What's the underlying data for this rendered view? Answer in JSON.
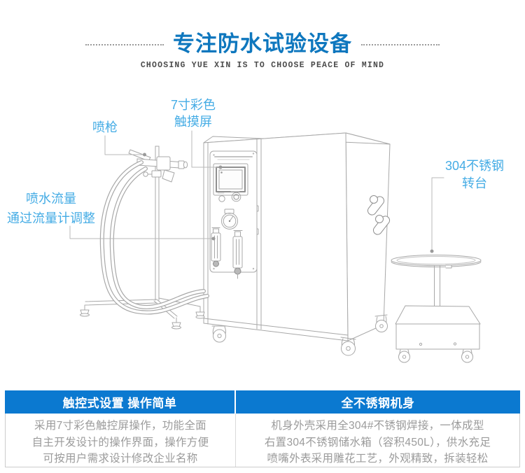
{
  "header": {
    "title": "专注防水试验设备",
    "subtitle": "CHOOSING YUE XIN IS TO CHOOSE PEACE OF MIND"
  },
  "diagram": {
    "labels": {
      "spray_gun": "喷枪",
      "touchscreen": [
        "7寸彩色",
        "触摸屏"
      ],
      "flow": [
        "喷水流量",
        "通过流量计调整"
      ],
      "turntable": [
        "304不锈钢",
        "转台"
      ]
    }
  },
  "features": {
    "columns": [
      {
        "title": "触控式设置 操作简单",
        "lines": [
          "采用7寸彩色触控屏操作，功能全面",
          "自主开发设计的操作界面，操作方便",
          "可按用户需求设计修改企业名称"
        ]
      },
      {
        "title": "全不锈钢机身",
        "lines": [
          "机身外壳采用全304#不锈钢焊接，一体成型",
          "右置304不锈钢储水箱（容积450L），供水充足",
          "喷嘴外表采用雕花工艺，外观精致，拆装轻松"
        ]
      }
    ]
  },
  "colors": {
    "title_blue": "#0e77be",
    "label_blue": "#45ace5",
    "header_bar_blue": "#0b79d0",
    "line_gray": "#a8a8a8"
  }
}
